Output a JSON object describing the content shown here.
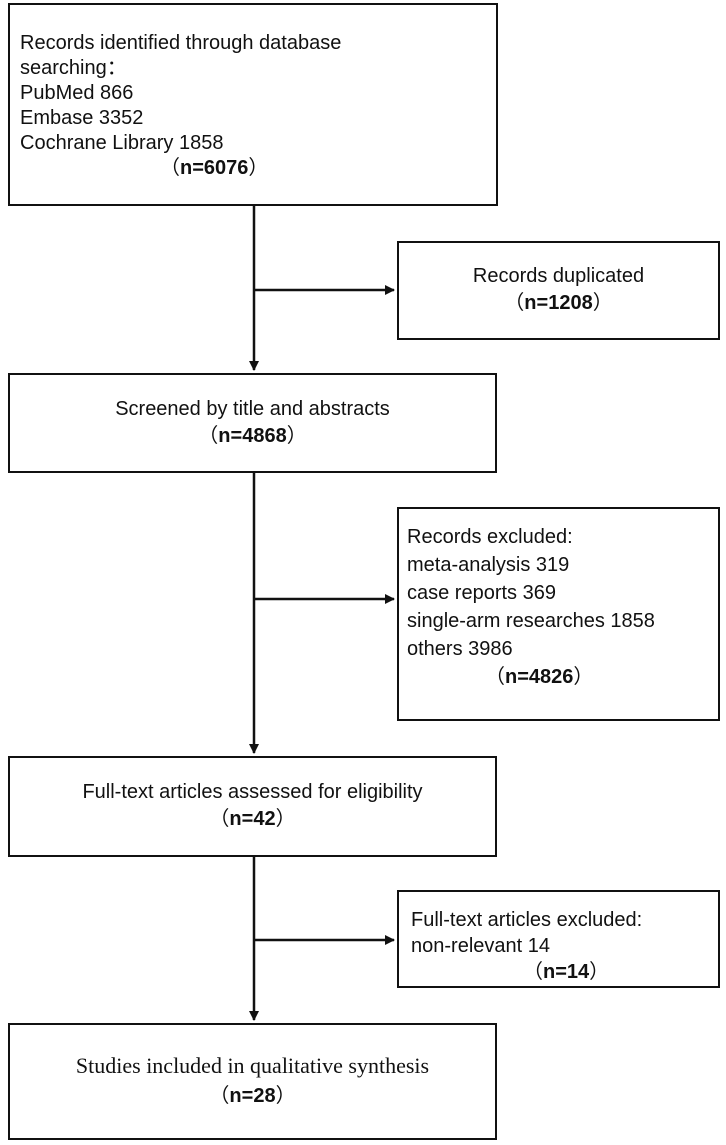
{
  "records": {
    "title": "Records identified through database",
    "title2": "searching：",
    "sources": [
      "PubMed  866",
      "Embase  3352",
      "Cochrane Library  1858"
    ],
    "n_open": "（",
    "n": "n=6076",
    "n_close": "）"
  },
  "duplicated": {
    "label": "Records duplicated",
    "n_open": "（",
    "n": "n=1208",
    "n_close": "）"
  },
  "screened": {
    "label": "Screened by title and abstracts",
    "n_open": "（",
    "n": "n=4868",
    "n_close": "）"
  },
  "excluded": {
    "label": "Records excluded:",
    "items": [
      "meta-analysis  319",
      "case reports  369",
      "single-arm researches  1858",
      "others 3986"
    ],
    "n_open": "（",
    "n": "n=4826",
    "n_close": "）"
  },
  "fulltext": {
    "label": "Full-text articles assessed for eligibility",
    "n_open": "（",
    "n": "n=42",
    "n_close": "）"
  },
  "fulltext_excluded": {
    "label": "Full-text articles excluded:",
    "item": "non-relevant 14",
    "n_open": "（",
    "n": "n=14",
    "n_close": "）"
  },
  "included": {
    "label": "Studies included in qualitative synthesis",
    "n_open": "（",
    "n": "n=28",
    "n_close": "）"
  }
}
